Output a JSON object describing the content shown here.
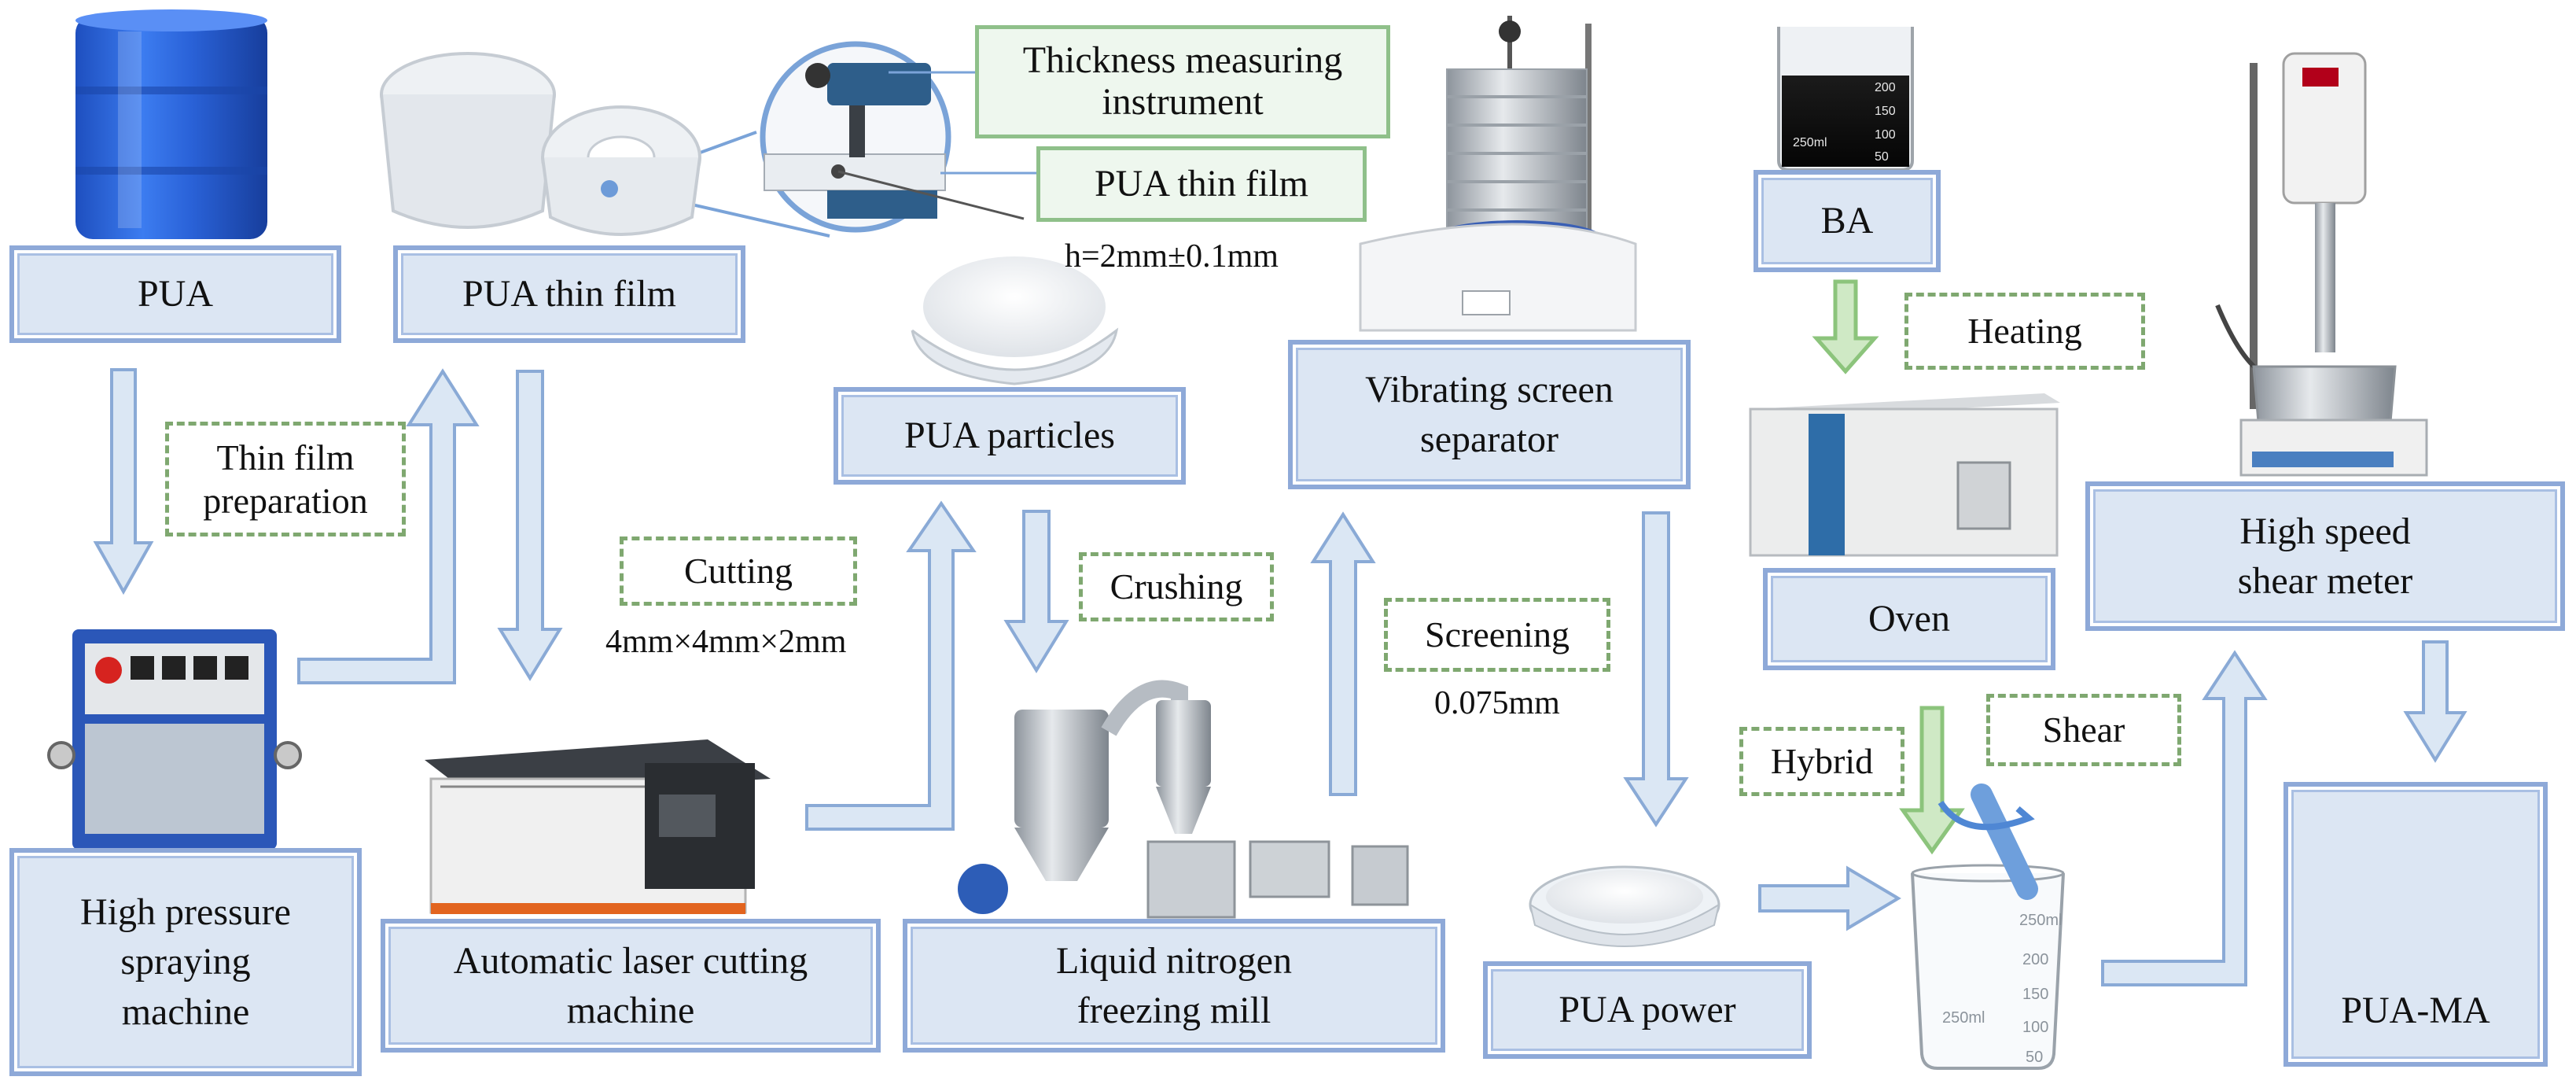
{
  "colors": {
    "box_fill": "#dce6f3",
    "box_border": "#8ea9d8",
    "arrow_fill": "#dbe7f4",
    "arrow_stroke": "#8aaad6",
    "dashed_border": "#7fa870",
    "green_arrow": "#9ecf8f",
    "callout_fill": "#eef7ee",
    "callout_border": "#8fc08a"
  },
  "stages": {
    "pua": "PUA",
    "pua_thin_film": "PUA thin film",
    "high_pressure": "High pressure spraying machine",
    "laser_cutting": "Automatic laser cutting machine",
    "pua_particles": "PUA particles",
    "nitrogen_mill": "Liquid nitrogen freezing mill",
    "vibrating_screen": "Vibrating screen separator",
    "pua_power": "PUA power",
    "ba": "BA",
    "oven": "Oven",
    "shear_meter": "High speed shear meter",
    "pua_ma": "PUA-MA"
  },
  "processes": {
    "thin_film_prep": "Thin film preparation",
    "cutting": "Cutting",
    "cutting_size": "4mm×4mm×2mm",
    "crushing": "Crushing",
    "screening": "Screening",
    "screening_size": "0.075mm",
    "heating": "Heating",
    "hybrid": "Hybrid",
    "shear": "Shear"
  },
  "callouts": {
    "thickness_instrument": "Thickness measuring instrument",
    "film": "PUA thin film",
    "thickness": "h=2mm±0.1mm"
  },
  "beaker_labels": {
    "small": [
      "200",
      "150",
      "100",
      "50",
      "250ml"
    ],
    "glass": [
      "250ml",
      "200",
      "150",
      "100",
      "50",
      "250ml"
    ]
  },
  "icons": [
    "blue-drum-icon",
    "plastic-film-roll-icon",
    "magnifier-icon",
    "sprayer-machine-icon",
    "laser-cutter-icon",
    "granules-bowl-icon",
    "freezing-mill-icon",
    "sieve-shaker-icon",
    "powder-dish-icon",
    "beaker-icon",
    "oven-icon",
    "shear-mixer-icon",
    "glass-beaker-icon"
  ]
}
